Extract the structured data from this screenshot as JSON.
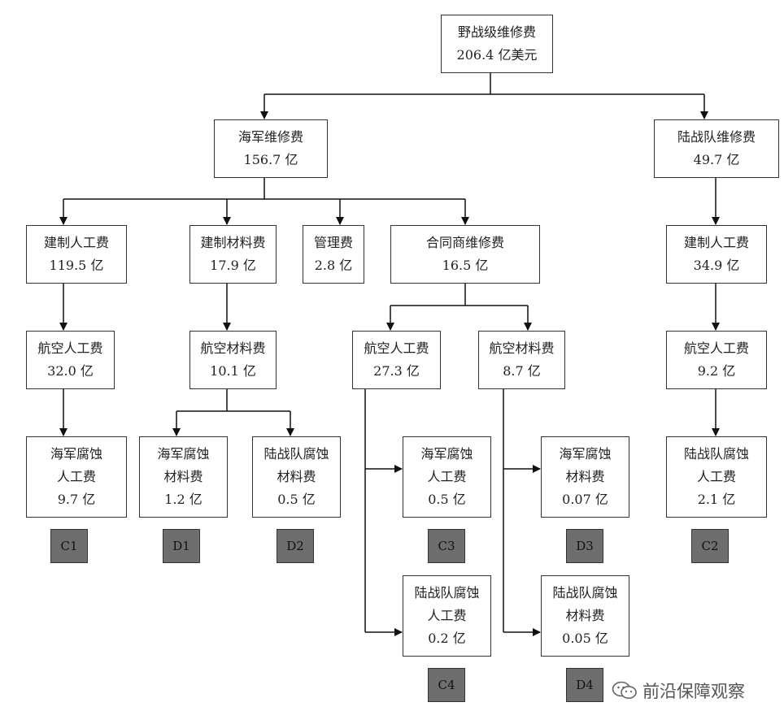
{
  "nodes": {
    "root": {
      "name": "野战级维修费",
      "value": "206.4 亿美元"
    },
    "navy": {
      "name": "海军维修费",
      "value": "156.7 亿"
    },
    "marine": {
      "name": "陆战队维修费",
      "value": "49.7 亿"
    },
    "navy_org_labor": {
      "name": "建制人工费",
      "value": "119.5 亿"
    },
    "navy_org_material": {
      "name": "建制材料费",
      "value": "17.9 亿"
    },
    "navy_mgmt": {
      "name": "管理费",
      "value": "2.8 亿"
    },
    "navy_contractor": {
      "name": "合同商维修费",
      "value": "16.5 亿"
    },
    "marine_org_labor": {
      "name": "建制人工费",
      "value": "34.9 亿"
    },
    "navy_air_labor": {
      "name": "航空人工费",
      "value": "32.0 亿"
    },
    "navy_air_material": {
      "name": "航空材料费",
      "value": "10.1 亿"
    },
    "contractor_air_labor": {
      "name": "航空人工费",
      "value": "27.3 亿"
    },
    "contractor_air_material": {
      "name": "航空材料费",
      "value": "8.7 亿"
    },
    "marine_air_labor": {
      "name": "航空人工费",
      "value": "9.2 亿"
    },
    "c1": {
      "line1": "海军腐蚀",
      "line2": "人工费",
      "value": "9.7 亿"
    },
    "d1": {
      "line1": "海军腐蚀",
      "line2": "材料费",
      "value": "1.2 亿"
    },
    "d2": {
      "line1": "陆战队腐蚀",
      "line2": "材料费",
      "value": "0.5 亿"
    },
    "c3": {
      "line1": "海军腐蚀",
      "line2": "人工费",
      "value": "0.5 亿"
    },
    "d3": {
      "line1": "海军腐蚀",
      "line2": "材料费",
      "value": "0.07 亿"
    },
    "c2": {
      "line1": "陆战队腐蚀",
      "line2": "人工费",
      "value": "2.1 亿"
    },
    "c4": {
      "line1": "陆战队腐蚀",
      "line2": "人工费",
      "value": "0.2 亿"
    },
    "d4": {
      "line1": "陆战队腐蚀",
      "line2": "材料费",
      "value": "0.05 亿"
    }
  },
  "tags": {
    "c1": "C1",
    "d1": "D1",
    "d2": "D2",
    "c3": "C3",
    "d3": "D3",
    "c2": "C2",
    "c4": "C4",
    "d4": "D4"
  },
  "watermark": {
    "text": "前沿保障观察",
    "icon": "wechat-icon"
  }
}
